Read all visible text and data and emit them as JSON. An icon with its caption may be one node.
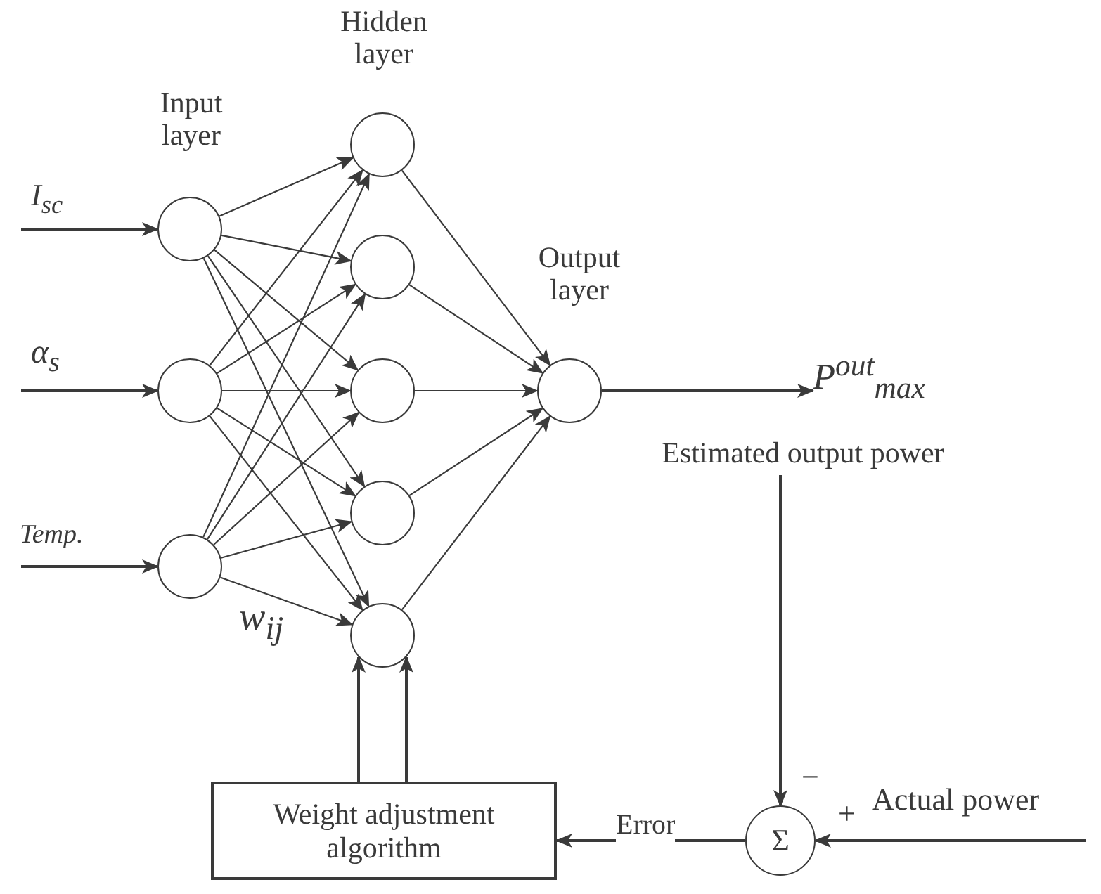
{
  "diagram": {
    "nodes": [
      {
        "text": [],
        "shape": "circle",
        "beside": [
          "Input layer"
        ]
      },
      {
        "text": [],
        "shape": "circle"
      },
      {
        "text": [],
        "shape": "circle"
      },
      {
        "text": [],
        "shape": "circle",
        "beside": [
          "Hidden layer"
        ]
      },
      {
        "text": [],
        "shape": "circle"
      },
      {
        "text": [],
        "shape": "circle"
      },
      {
        "text": [],
        "shape": "circle"
      },
      {
        "text": [],
        "shape": "circle"
      },
      {
        "text": [],
        "shape": "circle",
        "beside": [
          "Output layer"
        ]
      },
      {
        "text": [
          "Σ"
        ]
      },
      {
        "text": [
          "Weight adjustment algorithm"
        ]
      },
      {
        "text": [
          "P$^{out}$$_{max}$"
        ]
      },
      {
        "text": [
          "Estimated output power"
        ]
      }
    ],
    "edges": [
      {
        "from": null,
        "to": 0,
        "arrow": "to",
        "label": "I$_{sc}$"
      },
      {
        "from": null,
        "to": 1,
        "arrow": "to",
        "label": "α$_{s}$"
      },
      {
        "from": null,
        "to": 2,
        "arrow": "to",
        "label": "Temp."
      },
      {
        "from": 0,
        "to": 3,
        "arrow": "to"
      },
      {
        "from": 0,
        "to": 4,
        "arrow": "to"
      },
      {
        "from": 0,
        "to": 5,
        "arrow": "to"
      },
      {
        "from": 0,
        "to": 6,
        "arrow": "to"
      },
      {
        "from": 0,
        "to": 7,
        "arrow": "to"
      },
      {
        "from": 1,
        "to": 3,
        "arrow": "to"
      },
      {
        "from": 1,
        "to": 4,
        "arrow": "to"
      },
      {
        "from": 1,
        "to": 5,
        "arrow": "to"
      },
      {
        "from": 1,
        "to": 6,
        "arrow": "to"
      },
      {
        "from": 1,
        "to": 7,
        "arrow": "to"
      },
      {
        "from": 2,
        "to": 3,
        "arrow": "to"
      },
      {
        "from": 2,
        "to": 4,
        "arrow": "to"
      },
      {
        "from": 2,
        "to": 5,
        "arrow": "to"
      },
      {
        "from": 2,
        "to": 6,
        "arrow": "to"
      },
      {
        "from": 2,
        "to": 7,
        "arrow": "to"
      },
      {
        "from": 3,
        "to": 8,
        "arrow": "to"
      },
      {
        "from": 4,
        "to": 8,
        "arrow": "to"
      },
      {
        "from": 5,
        "to": 8,
        "arrow": "to"
      },
      {
        "from": 6,
        "to": 8,
        "arrow": "to"
      },
      {
        "from": 7,
        "to": 8,
        "arrow": "to"
      },
      {
        "from": 8,
        "to": 11,
        "arrow": "to"
      },
      {
        "from": 12,
        "to": 9,
        "arrow": "to"
      },
      {
        "from": null,
        "to": 9,
        "arrow": "to",
        "label": "Actual power"
      },
      {
        "from": 9,
        "to": 10,
        "arrow": "to",
        "label": "Error"
      },
      {
        "from": 10,
        "to": 7,
        "arrow": "to"
      },
      {
        "from": 10,
        "to": 7,
        "arrow": "to"
      }
    ],
    "labels": [
      "w$_{ij}$",
      "−",
      "+"
    ]
  }
}
